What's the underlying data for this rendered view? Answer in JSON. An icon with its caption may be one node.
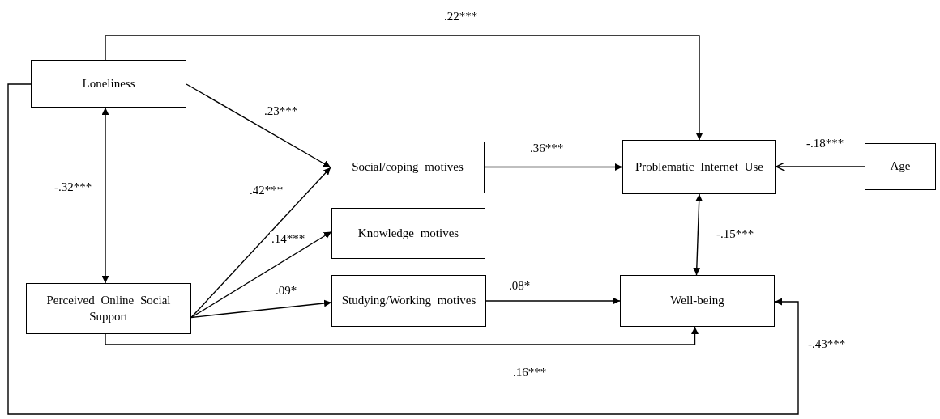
{
  "diagram": {
    "nodes": [
      {
        "text": [
          "Loneliness"
        ]
      },
      {
        "text": [
          "Perceived Online Social Support"
        ]
      },
      {
        "text": [
          "Social/coping motives"
        ]
      },
      {
        "text": [
          "Knowledge motives"
        ]
      },
      {
        "text": [
          "Studying/Working motives"
        ]
      },
      {
        "text": [
          "Problematic Internet Use"
        ]
      },
      {
        "text": [
          "Well-being"
        ]
      },
      {
        "text": [
          "Age"
        ]
      }
    ],
    "edges": [
      {
        "from": 0,
        "to": 5,
        "arrow": "to",
        "label": ".22***"
      },
      {
        "from": 0,
        "to": 2,
        "arrow": "to",
        "label": ".23***"
      },
      {
        "from": 0,
        "to": 1,
        "arrow": "both",
        "label": "-.32***"
      },
      {
        "from": 1,
        "to": 2,
        "arrow": "to",
        "label": ".42***"
      },
      {
        "from": 1,
        "to": 3,
        "arrow": "to",
        "label": ".14***"
      },
      {
        "from": 1,
        "to": 4,
        "arrow": "to",
        "label": ".09*"
      },
      {
        "from": 2,
        "to": 5,
        "arrow": "to",
        "label": ".36***"
      },
      {
        "from": 7,
        "to": 5,
        "arrow": "to",
        "label": "-.18***"
      },
      {
        "from": 5,
        "to": 6,
        "arrow": "both",
        "label": "-.15***"
      },
      {
        "from": 4,
        "to": 6,
        "arrow": "to",
        "label": ".08*"
      },
      {
        "from": 1,
        "to": 6,
        "arrow": "to",
        "label": ".16***"
      },
      {
        "from": 0,
        "to": 6,
        "arrow": "to",
        "label": "-.43***"
      }
    ]
  }
}
